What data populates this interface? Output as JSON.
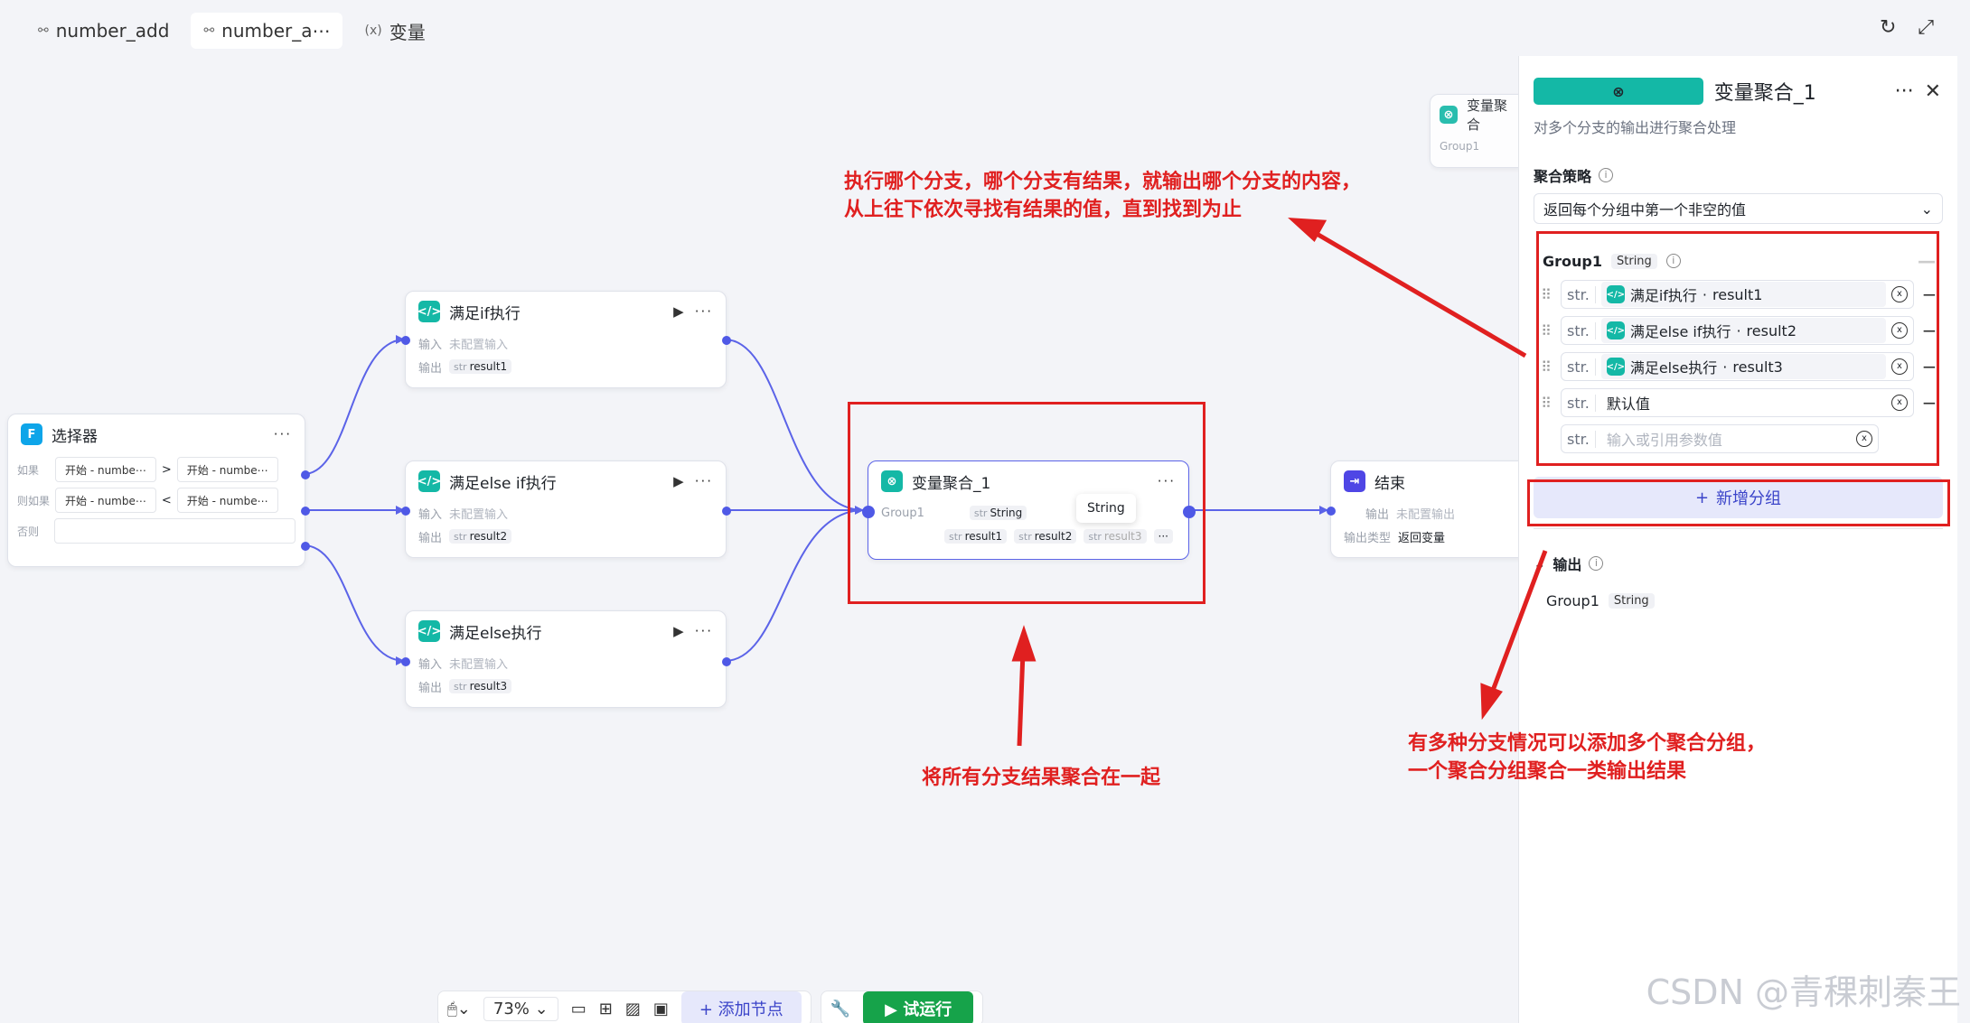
{
  "tabs": [
    {
      "label": "number_add",
      "icon": "flow-icon",
      "active": false
    },
    {
      "label": "number_a⋯",
      "icon": "flow-icon",
      "active": true
    },
    {
      "label": "变量",
      "icon": "variable-icon",
      "active": false
    }
  ],
  "selector": {
    "title": "选择器",
    "if_label": "如果",
    "elif_label": "则如果",
    "else_label": "否则",
    "cond1": {
      "left": "开始 - numbe⋯",
      "op": ">",
      "right": "开始 - numbe⋯"
    },
    "cond2": {
      "left": "开始 - numbe⋯",
      "op": "<",
      "right": "开始 - numbe⋯"
    }
  },
  "node_if": {
    "title": "满足if执行",
    "input_label": "输入",
    "input_value": "未配置输入",
    "output_label": "输出",
    "output_type": "str",
    "output_value": "result1"
  },
  "node_elseif": {
    "title": "满足else if执行",
    "input_label": "输入",
    "input_value": "未配置输入",
    "output_label": "输出",
    "output_type": "str",
    "output_value": "result2"
  },
  "node_else": {
    "title": "满足else执行",
    "input_label": "输入",
    "input_value": "未配置输入",
    "output_label": "输出",
    "output_type": "str",
    "output_value": "result3"
  },
  "aggregate_node": {
    "title": "变量聚合_1",
    "group_label": "Group1",
    "type_tag": "str",
    "type_value": "String",
    "tooltip": "String",
    "r1": "result1",
    "r2": "result2",
    "r3": "result3"
  },
  "ghost_node": {
    "title": "变量聚合",
    "sub": "Group1"
  },
  "end_node": {
    "title": "结束",
    "output_label": "输出",
    "output_value": "未配置输出",
    "type_label": "输出类型",
    "type_value": "返回变量"
  },
  "panel": {
    "title": "变量聚合_1",
    "desc": "对多个分支的输出进行聚合处理",
    "strategy_label": "聚合策略",
    "strategy_value": "返回每个分组中第一个非空的值",
    "group_name": "Group1",
    "group_type": "String",
    "items": [
      {
        "prefix": "str.",
        "node": "满足if执行",
        "var": "result1"
      },
      {
        "prefix": "str.",
        "node": "满足else if执行",
        "var": "result2"
      },
      {
        "prefix": "str.",
        "node": "满足else执行",
        "var": "result3"
      }
    ],
    "default_prefix": "str.",
    "default_value": "默认值",
    "placeholder_prefix": "str.",
    "placeholder": "输入或引用参数值",
    "add_group": "新增分组",
    "output_label": "输出",
    "output_group": "Group1",
    "output_type": "String"
  },
  "annotations": {
    "top": "执行哪个分支，哪个分支有结果，就输出哪个分支的内容，\n从上往下依次寻找有结果的值，直到找到为止",
    "middle": "将所有分支结果聚合在一起",
    "right": "有多种分支情况可以添加多个聚合分组，\n一个聚合分组聚合一类输出结果"
  },
  "toolbar": {
    "zoom": "73%",
    "add_node": "添加节点",
    "run": "试运行"
  },
  "watermark": "CSDN @青稞刺秦王",
  "colors": {
    "accent": "#4f59e6",
    "annotation": "#e02020",
    "run": "#16a34a"
  }
}
